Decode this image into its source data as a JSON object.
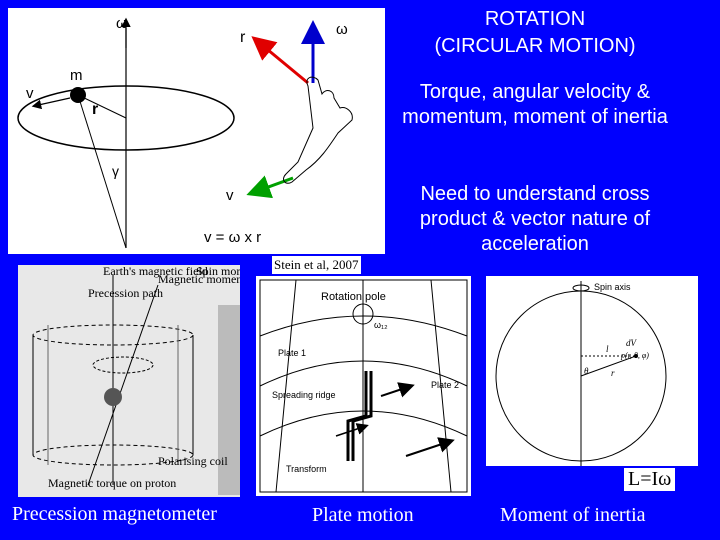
{
  "slide": {
    "title_line1": "ROTATION",
    "title_line2": "(CIRCULAR MOTION)",
    "bullet1": "Torque, angular velocity & momentum, moment of inertia",
    "bullet2": "Need to understand cross product & vector nature of acceleration",
    "citation": "Stein et al, 2007",
    "formula": "L=Iω"
  },
  "figure_top": {
    "omega1": "ω",
    "r_label": "r",
    "omega2": "ω",
    "m_label": "m",
    "v_label": "v",
    "r_label2": "r",
    "gamma_label": "γ",
    "v_label2": "v",
    "cross_eq": "v = ω x  r"
  },
  "figure_magnetometer": {
    "caption": "Precession magnetometer",
    "labels": [
      "Earth's magnetic field",
      "Magnetic moment",
      "Precession path",
      "Spin momentum",
      "Polarising coil",
      "Magnetic torque on proton"
    ]
  },
  "figure_plate": {
    "caption": "Plate motion",
    "rotation_pole": "Rotation pole",
    "omega": "ω₁₂",
    "plate1": "Plate 1",
    "plate2": "Plate 2",
    "spreading": "Spreading ridge",
    "transform": "Transform"
  },
  "figure_inertia": {
    "caption": "Moment of inertia",
    "spin_axis": "Spin axis",
    "dv": "dV",
    "point": "p(r, θ, φ)",
    "r": "r",
    "theta": "θ",
    "l": "l"
  },
  "colors": {
    "background": "#0000fe",
    "red_arrow": "#e00000",
    "blue_arrow": "#0000cc",
    "green_arrow": "#00a000"
  }
}
